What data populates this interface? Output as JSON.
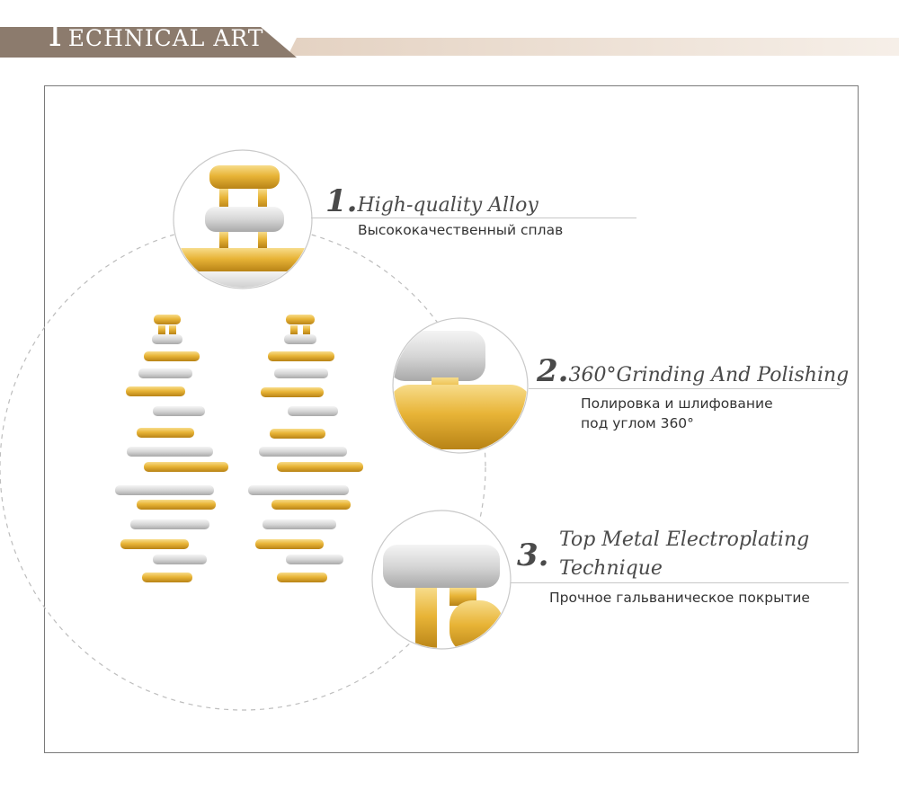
{
  "banner": {
    "title_initial": "T",
    "title_rest": "ECHNICAL ART",
    "colors": {
      "dark": "#8c7b6d",
      "light": "#efe3d8"
    }
  },
  "features": [
    {
      "number": "1.",
      "title": "High-quality Alloy",
      "subtitle": "Высококачественный сплав"
    },
    {
      "number": "2.",
      "title": "360°Grinding And Polishing",
      "subtitle_line1": "Полировка и шлифование",
      "subtitle_line2": "под углом 360°"
    },
    {
      "number": "3.",
      "title_line1": "Top Metal Electroplating",
      "title_line2": "Technique",
      "subtitle": "Прочное гальваническое покрытие"
    }
  ],
  "colors": {
    "gold": "#e9b53b",
    "silver": "#d9d9d9",
    "dashed": "#bdbdbd"
  }
}
